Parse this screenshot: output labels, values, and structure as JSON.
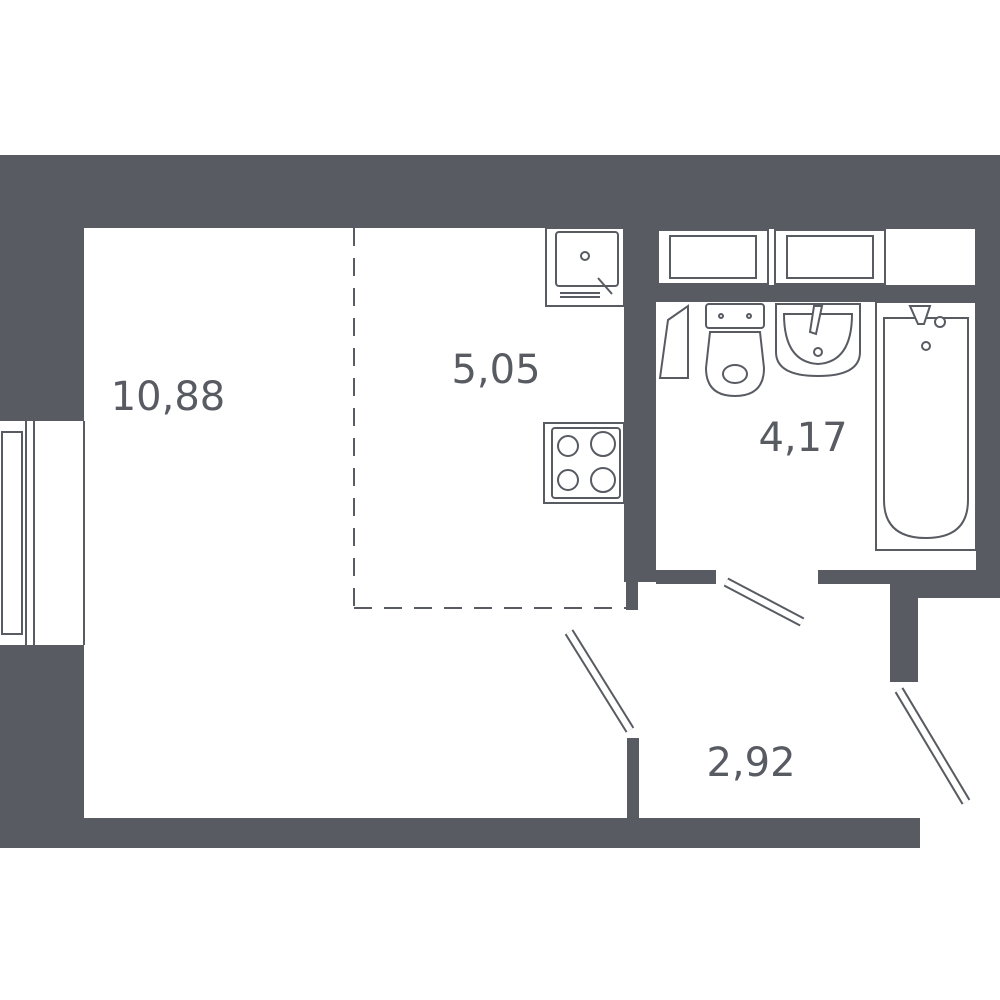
{
  "colors": {
    "wall": "#585b62",
    "background": "#ffffff"
  },
  "rooms": [
    {
      "id": "living",
      "area": "10,88"
    },
    {
      "id": "kitchen",
      "area": "5,05"
    },
    {
      "id": "bathroom",
      "area": "4,17"
    },
    {
      "id": "hall",
      "area": "2,92"
    }
  ],
  "icons": [
    "kitchen-sink-icon",
    "stove-icon",
    "toilet-icon",
    "washbasin-icon",
    "bathtub-icon",
    "door-icon",
    "window-icon"
  ]
}
